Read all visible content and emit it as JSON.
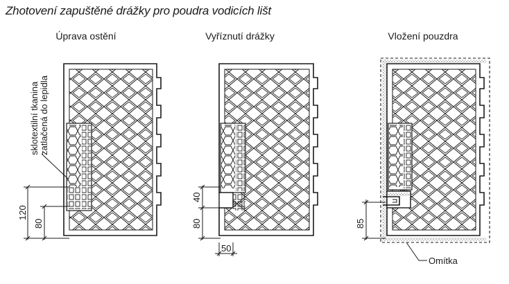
{
  "title": "Zhotovení zapuštěné drážky pro poudra vodicích lišt",
  "panels": [
    {
      "title": "Úprava ostění"
    },
    {
      "title": "Vyříznutí drážky"
    },
    {
      "title": "Vložení pouzdra"
    }
  ],
  "labels": {
    "mesh_line1": "sklotextilní tkanina",
    "mesh_line2": "zatlačená do lepidla",
    "plaster": "Omítka"
  },
  "dimensions": {
    "d120": "120",
    "d80a": "80",
    "d40": "40",
    "d80b": "80",
    "d50": "50",
    "d85": "85"
  },
  "colors": {
    "line": "#1a1a1a",
    "background": "#ffffff"
  }
}
